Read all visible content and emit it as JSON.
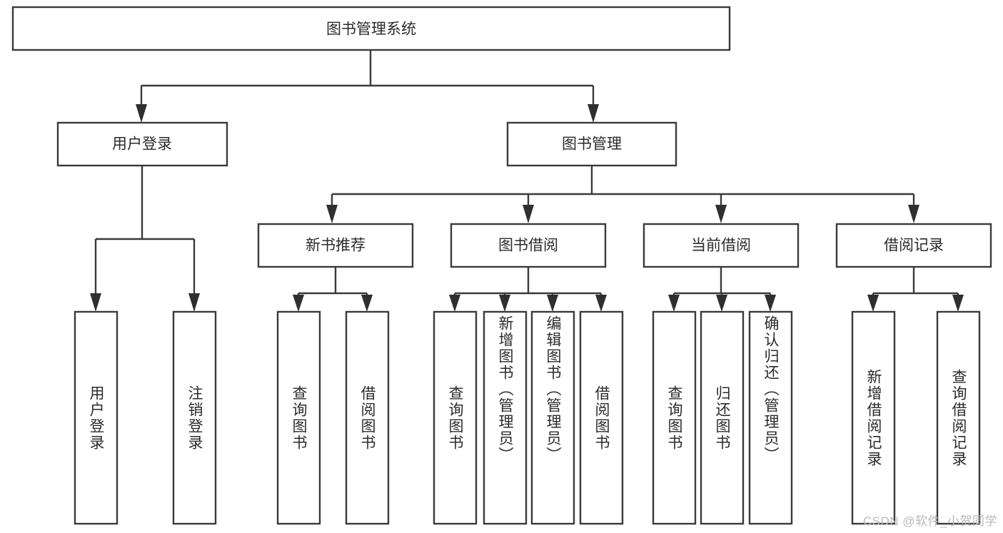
{
  "diagram": {
    "type": "tree-flowchart",
    "title": "图书管理系统",
    "orientation": "top-down",
    "watermark": "CSDN @软件_小贺同学",
    "colors": {
      "box_stroke": "#3a3a3a",
      "box_fill": "#ffffff",
      "connector": "#3a3a3a",
      "text": "#2b2b2b",
      "background": "#ffffff",
      "watermark": "#b9b9b9"
    },
    "root": {
      "id": "root",
      "label": "图书管理系统"
    },
    "level2": [
      {
        "id": "user-login",
        "label": "用户登录"
      },
      {
        "id": "book-manage",
        "label": "图书管理"
      }
    ],
    "level3": [
      {
        "id": "new-book-recommend",
        "label": "新书推荐",
        "parent": "book-manage"
      },
      {
        "id": "book-borrow",
        "label": "图书借阅",
        "parent": "book-manage"
      },
      {
        "id": "current-borrow",
        "label": "当前借阅",
        "parent": "book-manage"
      },
      {
        "id": "borrow-record",
        "label": "借阅记录",
        "parent": "book-manage"
      }
    ],
    "leaves": [
      {
        "id": "leaf-user-login",
        "label": "用户登录",
        "parent": "user-login"
      },
      {
        "id": "leaf-logout-login",
        "label": "注销登录",
        "parent": "user-login"
      },
      {
        "id": "leaf-query-book-1",
        "label": "查询图书",
        "parent": "new-book-recommend"
      },
      {
        "id": "leaf-borrow-book-1",
        "label": "借阅图书",
        "parent": "new-book-recommend"
      },
      {
        "id": "leaf-query-book-2",
        "label": "查询图书",
        "parent": "book-borrow"
      },
      {
        "id": "leaf-add-book",
        "label": "新增图书（管理员）",
        "parent": "book-borrow"
      },
      {
        "id": "leaf-edit-book",
        "label": "编辑图书（管理员）",
        "parent": "book-borrow"
      },
      {
        "id": "leaf-borrow-book-2",
        "label": "借阅图书",
        "parent": "book-borrow"
      },
      {
        "id": "leaf-query-book-3",
        "label": "查询图书",
        "parent": "current-borrow"
      },
      {
        "id": "leaf-return-book",
        "label": "归还图书",
        "parent": "current-borrow"
      },
      {
        "id": "leaf-confirm-return",
        "label": "确认归还（管理员）",
        "parent": "current-borrow"
      },
      {
        "id": "leaf-add-record",
        "label": "新增借阅记录",
        "parent": "borrow-record"
      },
      {
        "id": "leaf-query-record",
        "label": "查询借阅记录",
        "parent": "borrow-record"
      }
    ]
  }
}
